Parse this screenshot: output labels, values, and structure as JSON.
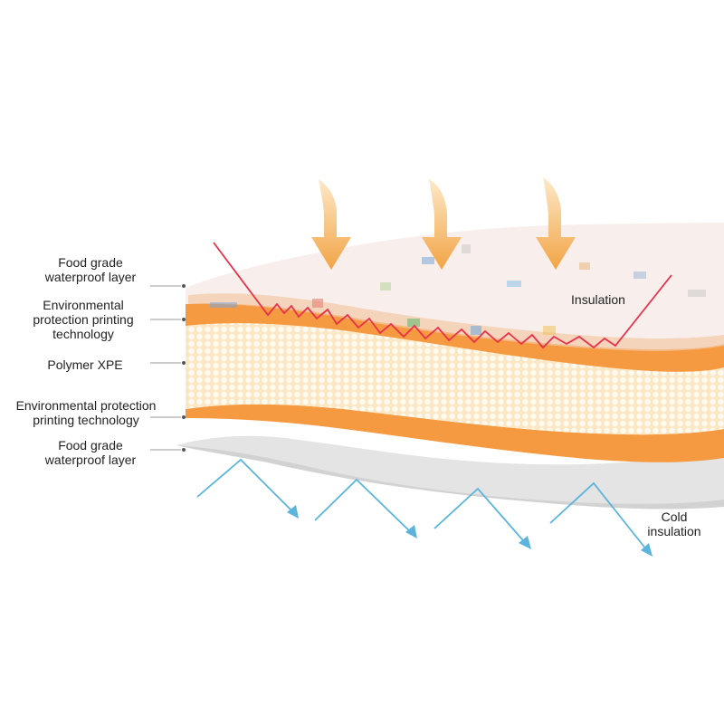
{
  "labels": {
    "layer_1": [
      "Food grade",
      "waterproof layer"
    ],
    "layer_2": [
      "Environmental",
      "protection printing",
      "technology"
    ],
    "layer_3": [
      "Polymer XPE"
    ],
    "layer_4": [
      "Environmental protection",
      "printing technology"
    ],
    "layer_5": [
      "Food grade",
      "waterproof layer"
    ],
    "insulation": "Insulation",
    "cold_insulation": [
      "Cold",
      "insulation"
    ]
  },
  "colors": {
    "orange_layer": "#f59a40",
    "foam": "#fbe7c4",
    "foam_dots": "#fffaf0",
    "top_sheet": "#f8efec",
    "bottom_sheet": "#e4e4e4",
    "heat_arrow": "#f0b15a",
    "heat_line": "#e8314a",
    "cold_line": "#5ab4dc",
    "leader": "#9a9a9a"
  },
  "icons": [
    "heat-arrow-icon",
    "cold-arrow-icon"
  ]
}
